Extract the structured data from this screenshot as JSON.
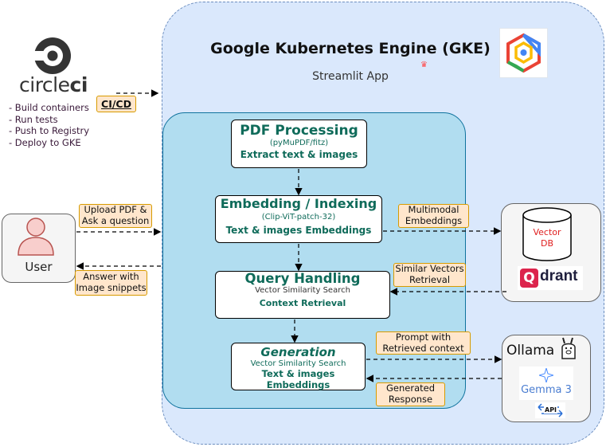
{
  "gke": {
    "title": "Google Kubernetes Engine (GKE)",
    "subtitle": "Streamlit App"
  },
  "circleci": {
    "logo_text_a": "circle",
    "logo_text_b": "ci",
    "bullets": [
      "- Build containers",
      "- Run tests",
      "- Push to Registry",
      "- Deploy to GKE"
    ]
  },
  "cicd_label": "CI/CD",
  "user_label": "User",
  "tags": {
    "upload_1": "Upload PDF &",
    "upload_2": "Ask a question",
    "answer_1": "Answer with",
    "answer_2": "Image snippets",
    "multimodal_1": "Multimodal",
    "multimodal_2": "Embeddings",
    "similar_1": "Similar Vectors",
    "similar_2": "Retrieval",
    "prompt_1": "Prompt with",
    "prompt_2": "Retrieved context",
    "generated_1": "Generated",
    "generated_2": "Response"
  },
  "steps": {
    "pdf": {
      "title": "PDF Processing",
      "sub": "(pyMuPDF/fitz)",
      "line": "Extract text & images"
    },
    "embed": {
      "title": "Embedding / Indexing",
      "sub": "(Clip-ViT-patch-32)",
      "line": "Text & images Embeddings"
    },
    "query": {
      "title": "Query Handling",
      "sub": "Vector Similarity Search",
      "line": "Context Retrieval"
    },
    "gen": {
      "title": "Generation",
      "sub": "Vector Similarity Search",
      "line": "Text & images Embeddings"
    }
  },
  "vectordb": {
    "label_1": "Vector",
    "label_2": "DB",
    "qdrant": "drant",
    "qdrant_q": "Q"
  },
  "ollama": {
    "title": "Ollama",
    "gemma": "Gemma 3",
    "api": "API"
  },
  "colors": {
    "gke_bg": "#dae8fc",
    "app_bg": "#b1ddf0",
    "tag_bg": "#ffe6cc",
    "tag_border": "#d79b00",
    "step_text": "#0f6b5a",
    "qdrant": "#dc244c",
    "vector_db_text": "#e02020"
  }
}
